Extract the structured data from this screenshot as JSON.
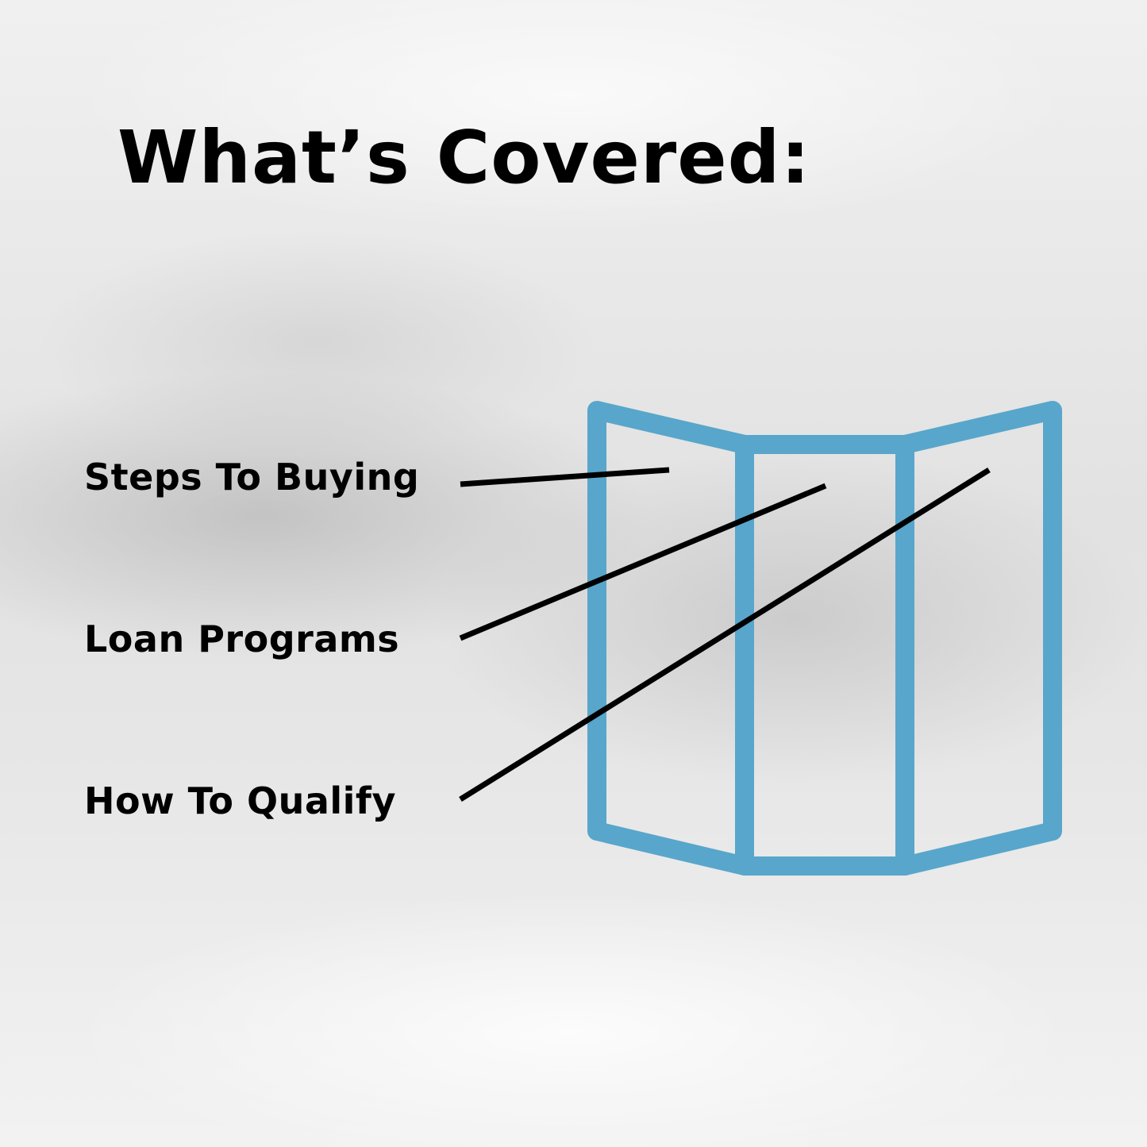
{
  "heading": "What’s Covered:",
  "items": [
    {
      "label": "Steps To Buying"
    },
    {
      "label": "Loan Programs"
    },
    {
      "label": "How To Qualify"
    }
  ],
  "graphic": {
    "icon": "trifold-brochure-icon",
    "stroke_color": "#58a6cb",
    "line_color": "#000000"
  }
}
